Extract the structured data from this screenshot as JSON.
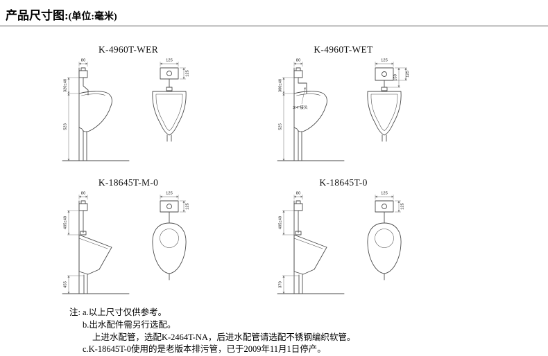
{
  "header": {
    "title": "产品尺寸图:",
    "unit": "(单位:毫米)"
  },
  "panels": [
    {
      "title": "K-4960T-WER",
      "dims": {
        "valve_depth": "80",
        "inlet_height": "320±40",
        "rim_height": "523",
        "valve_width": "125",
        "valve_height": "125"
      }
    },
    {
      "title": "K-4960T-WET",
      "dims": {
        "valve_depth": "80",
        "inlet_height": "300±40",
        "rim_height": "525",
        "valve_width": "125",
        "spud_height": "150",
        "valve_height": "125",
        "connector_label": "3/4\"接头"
      }
    },
    {
      "title": "K-18645T-M-0",
      "dims": {
        "valve_depth": "80",
        "inlet_height": "405±40",
        "outlet_height": "455",
        "valve_width": "125",
        "valve_height": "125"
      }
    },
    {
      "title": "K-18645T-0",
      "dims": {
        "valve_depth": "80",
        "inlet_height": "405±40",
        "outlet_height": "370",
        "valve_width": "125",
        "valve_height": "125"
      }
    }
  ],
  "notes": {
    "label": "注:",
    "lines": [
      "a.以上尺寸仅供参考。",
      "b.出水配件需另行选配。",
      "上进水配管，选配K-2464T-NA，后进水配管请选配不锈钢编织软管。",
      "c.K-18645T-0使用的是老版本排污管，已于2009年11月1日停产。"
    ]
  }
}
